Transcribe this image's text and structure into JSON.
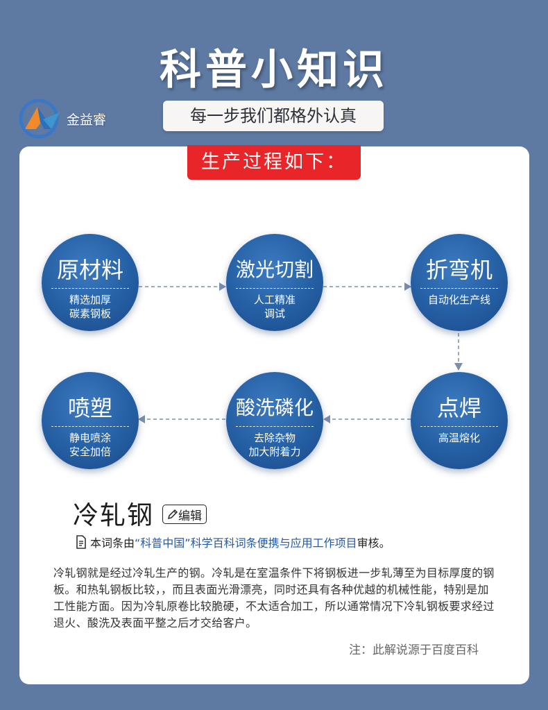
{
  "header": {
    "title": "科普小知识",
    "brand_name": "金益睿",
    "subtitle": "每一步我们都格外认真"
  },
  "process": {
    "heading": "生产过程如下：",
    "steps": [
      {
        "title": "原材料",
        "desc1": "精选加厚",
        "desc2": "碳素钢板"
      },
      {
        "title": "激光切割",
        "desc1": "人工精准",
        "desc2": "调试"
      },
      {
        "title": "折弯机",
        "desc1": "自动化生产线",
        "desc2": ""
      },
      {
        "title": "点焊",
        "desc1": "高温熔化",
        "desc2": ""
      },
      {
        "title": "酸洗磷化",
        "desc1": "去除杂物",
        "desc2": "加大附着力"
      },
      {
        "title": "喷塑",
        "desc1": "静电喷涂",
        "desc2": "安全加倍"
      }
    ]
  },
  "entry": {
    "title": "冷轧钢",
    "edit_label": "编辑",
    "source_prefix": "本词条由",
    "source_link": "“科普中国”科学百科词条便携与应用工作项目",
    "source_suffix": " 审核。",
    "paragraph": "冷轧钢就是经过冷轧生产的钢。冷轧是在室温条件下将钢板进一步轧薄至为目标厚度的钢板。和热轧钢板比较，，而且表面光滑漂亮，同时还具有各种优越的机械性能，特别是加工性能方面。因为冷轧原卷比较脆硬，不太适合加工，所以通常情况下冷轧钢板要求经过退火、酸洗及表面平整之后才交给客户。",
    "note": "注：此解说源于百度百科"
  },
  "colors": {
    "background": "#5e7aa3",
    "accent_red": "#e8262a",
    "circle_blue": "#255fa3",
    "link_blue": "#2458a8"
  },
  "icons": [
    "brand-logo-icon",
    "pencil-icon",
    "document-icon"
  ]
}
